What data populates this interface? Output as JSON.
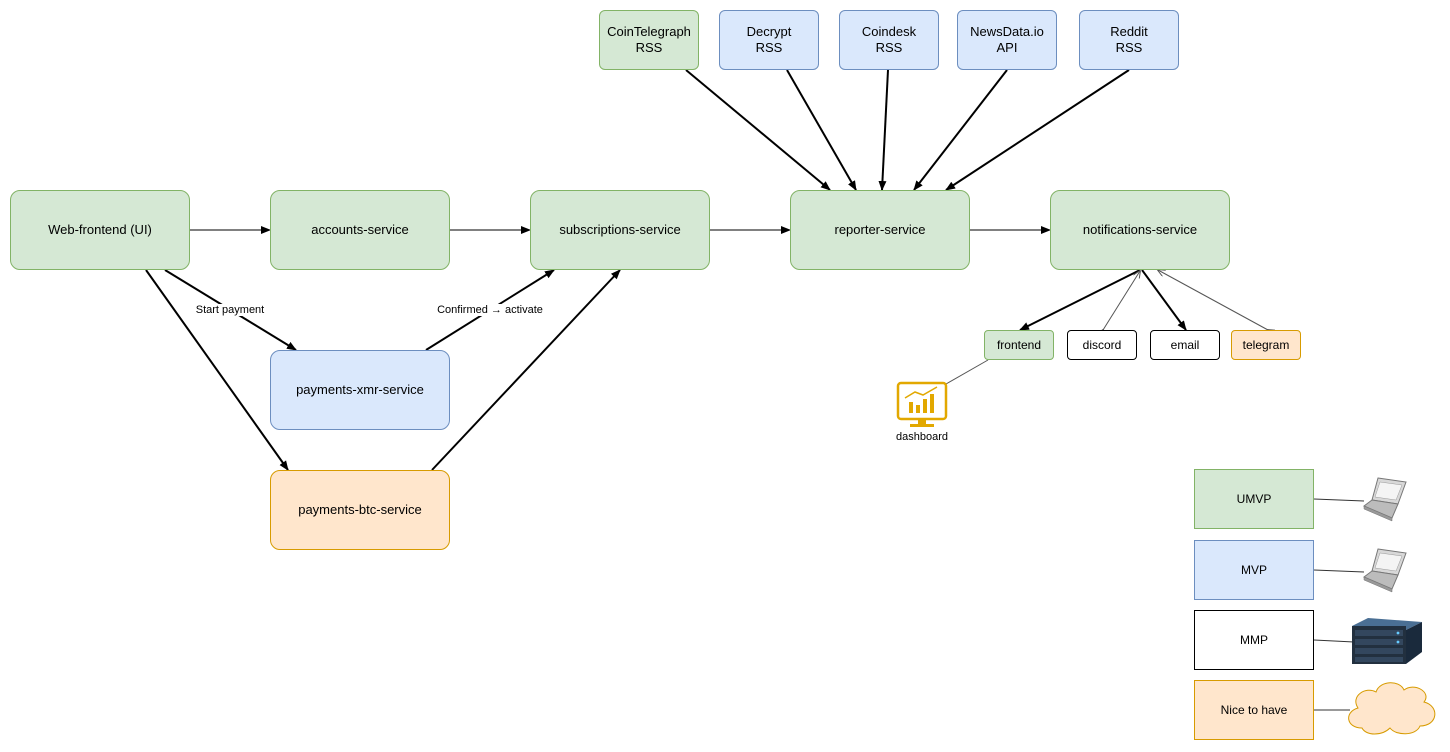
{
  "sources": {
    "cointelegraph": "CoinTelegraph\nRSS",
    "decrypt": "Decrypt\nRSS",
    "coindesk": "Coindesk\nRSS",
    "newsdata": "NewsData.io\nAPI",
    "reddit": "Reddit\nRSS"
  },
  "services": {
    "web_frontend": "Web-frontend (UI)",
    "accounts": "accounts-service",
    "subscriptions": "subscriptions-service",
    "reporter": "reporter-service",
    "notifications": "notifications-service",
    "payments_xmr": "payments-xmr-service",
    "payments_btc": "payments-btc-service"
  },
  "channels": {
    "frontend": "frontend",
    "discord": "discord",
    "email": "email",
    "telegram": "telegram"
  },
  "edge_labels": {
    "start_payment": "Start payment",
    "confirmed": "Confirmed → activate"
  },
  "dashboard": {
    "caption": "dashboard",
    "icon": "dashboard-monitor-icon"
  },
  "legend": {
    "umvp": "UMVP",
    "mvp": "MVP",
    "mmp": "MMP",
    "nice": "Nice to have",
    "icons": [
      "laptop-icon",
      "laptop-icon",
      "server-icon",
      "cloud-icon"
    ]
  },
  "colors": {
    "green_fill": "#d5e8d4",
    "green_stroke": "#82b366",
    "blue_fill": "#dae8fc",
    "blue_stroke": "#6c8ebf",
    "orange_fill": "#ffe6cc",
    "orange_stroke": "#d79b00"
  }
}
